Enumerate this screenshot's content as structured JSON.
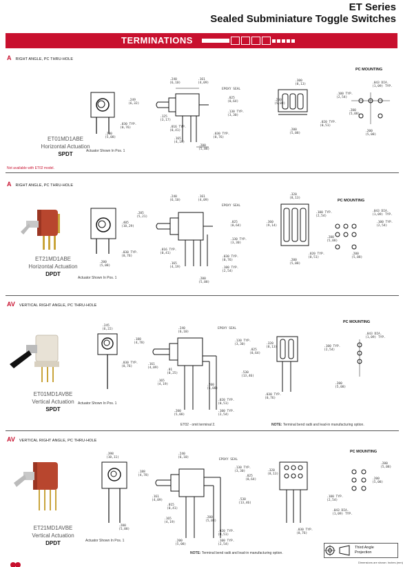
{
  "header": {
    "series": "ET Series",
    "subtitle": "Sealed Subminiature Toggle Switches"
  },
  "banner": {
    "title": "TERMINATIONS"
  },
  "sections": [
    {
      "code": "A",
      "desc": "RIGHT ANGLE, PC THRU-HOLE",
      "part": "ET01MD1ABE",
      "actuation": "Horizontal Actuation",
      "pole": "SPDT",
      "actuator_note": "Actuator Shown In Pos. 1",
      "footnote": "Not available with ET02 model.",
      "pc_mounting": "PC MOUNTING"
    },
    {
      "code": "A",
      "desc": "RIGHT ANGLE, PC THRU-HOLE",
      "part": "ET21MD1ABE",
      "actuation": "Horizontal Actuation",
      "pole": "DPDT",
      "actuator_note": "Actuator Shown In Pos. 1",
      "pc_mounting": "PC MOUNTING"
    },
    {
      "code": "AV",
      "desc": "VERTICAL RIGHT ANGLE, PC THRU-HOLE",
      "part": "ET01MD1AVBE",
      "actuation": "Vertical Actuation",
      "pole": "SPDT",
      "actuator_note": "Actuator Shown In Pos. 1",
      "omit_note": "ET02 - omit terminal 2.",
      "note_label": "NOTE:",
      "note_text": " Terminal bend radii and lead-in manufacturing option.",
      "pc_mounting": "PC MOUNTING"
    },
    {
      "code": "AV",
      "desc": "VERTICAL RIGHT ANGLE, PC THRU-HOLE",
      "part": "ET21MD1AVBE",
      "actuation": "Vertical Actuation",
      "pole": "DPDT",
      "actuator_note": "Actuator Shown In Pos. 1",
      "note_label": "NOTE:",
      "note_text": " Terminal bend radii and lead-in manufacturing option.",
      "pc_mounting": "PC MOUNTING"
    }
  ],
  "dims": {
    "epoxy": "EPOXY SEAL",
    "d240": ".240",
    "d240m": "(6,10)",
    "d161": ".161",
    "d161m": "(4,09)",
    "d249": ".249",
    "d249m": "(6,32)",
    "d025": ".025",
    "d025m": "(0,64)",
    "d125": ".125",
    "d125m": "(3,17)",
    "d130": ".130 TYP.",
    "d130m": "(3,30)",
    "d016": ".016 TYP.",
    "d016m": "(0,41)",
    "d030": ".030 TYP.",
    "d030m": "(0,76)",
    "d165": ".165",
    "d165m": "(4,19)",
    "d200": ".200",
    "d200m": "(5,08)",
    "d300": ".300",
    "d300m": "(8,13)",
    "d320": ".320",
    "d320m": "(8,13)",
    "d020": ".020 TYP.",
    "d020m": "(0,51)",
    "d100": ".100 TYP.",
    "d100m": "(2,54)",
    "d043": ".043 DIA.",
    "d043m": "(1,09) TYP.",
    "d205": ".205",
    "d205m": "(5,21)",
    "d405": ".405",
    "d405m": "(10,29)",
    "d360": ".360",
    "d360m": "(9,14)",
    "d245": ".245",
    "d245m": "(6,22)",
    "d188": ".188",
    "d188m": "(4,78)",
    "d01": ".01",
    "d01m": "(0,25)",
    "d530": ".530",
    "d530m": "(13,46)",
    "d398": ".398",
    "d398m": "(10,11)",
    "d015": ".015",
    "d015m": "(0,41)"
  },
  "footer": {
    "projection": "Third Angle\nProjection",
    "third": "Third Angle",
    "proj_word": "Projection",
    "dim_note": "Dimensions are shown: Inches (mm)"
  },
  "colors": {
    "accent": "#c8102e",
    "switch_body": "#b8462e",
    "switch_body_light": "#e8e2d6"
  }
}
